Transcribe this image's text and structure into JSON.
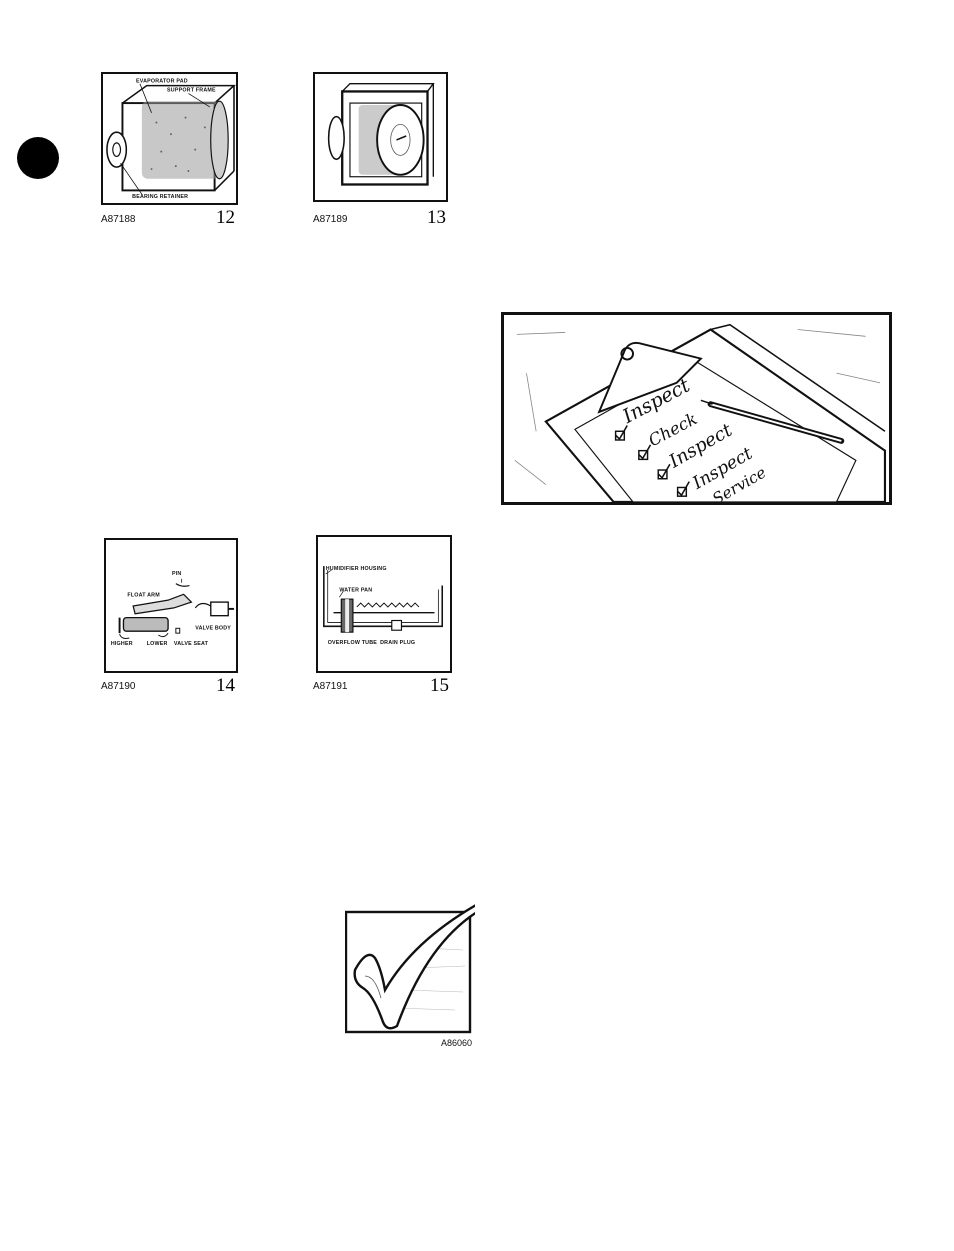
{
  "figures": [
    {
      "number": "12",
      "code": "A87188",
      "labels": {
        "evaporator_pad": "EVAPORATOR PAD",
        "support_frame": "SUPPORT FRAME",
        "bearing_retainer": "BEARING RETAINER"
      }
    },
    {
      "number": "13",
      "code": "A87189"
    },
    {
      "number": "14",
      "code": "A87190",
      "labels": {
        "pin": "PIN",
        "float_arm": "FLOAT ARM",
        "valve_body": "VALVE BODY",
        "higher": "HIGHER",
        "lower": "LOWER",
        "valve_seat": "VALVE SEAT"
      }
    },
    {
      "number": "15",
      "code": "A87191",
      "labels": {
        "humidifier_housing": "HUMIDIFIER HOUSING",
        "water_pan": "WATER PAN",
        "overflow_tube": "OVERFLOW TUBE",
        "drain_plug": "DRAIN PLUG"
      }
    }
  ],
  "checklist": {
    "items": [
      "Inspect",
      "Check",
      "Inspect",
      "Inspect",
      "Service"
    ]
  },
  "checkmark": {
    "code": "A86060"
  }
}
